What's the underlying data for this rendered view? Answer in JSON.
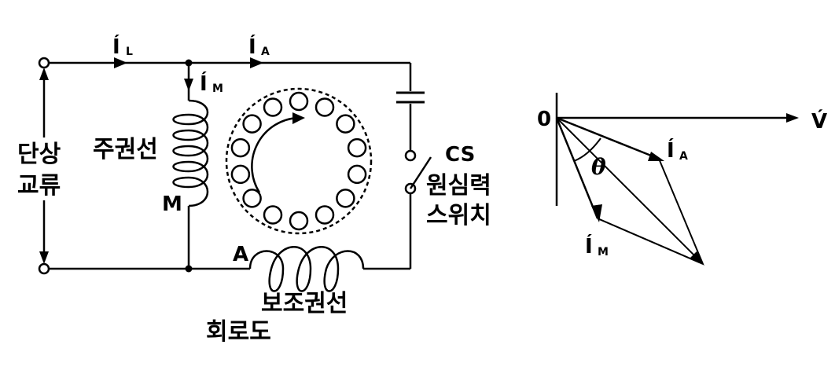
{
  "circuit": {
    "line_current_label": "Í",
    "line_current_sub": "L",
    "aux_current_label": "Í",
    "aux_current_sub": "A",
    "main_current_label": "Í",
    "main_current_sub": "M",
    "source_label_1": "단상",
    "source_label_2": "교류",
    "main_winding_label": "주권선",
    "main_winding_letter": "M",
    "aux_winding_letter": "A",
    "aux_winding_label": "보조권선",
    "switch_code": "CS",
    "switch_label_1": "원심력",
    "switch_label_2": "스위치",
    "caption": "회로도"
  },
  "phasor": {
    "origin_label": "0",
    "voltage_label": "V́",
    "ia_label": "Í",
    "ia_sub": "A",
    "im_label": "Í",
    "im_sub": "M",
    "angle_label": "θ"
  }
}
